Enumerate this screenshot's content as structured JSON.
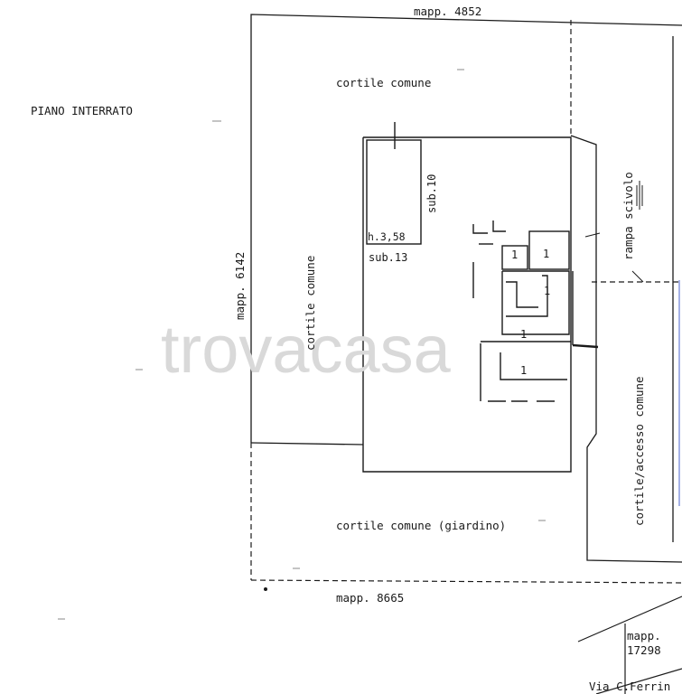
{
  "title": "PIANO INTERRATO",
  "watermark": "trovacasa",
  "parcels": {
    "north": "mapp. 4852",
    "west": "mapp. 6142",
    "south": "mapp. 8665",
    "southeast_line1": "mapp.",
    "southeast_line2": "17298"
  },
  "areas": {
    "courtyard_north": "cortile comune",
    "courtyard_west": "cortile comune",
    "garden": "cortile comune (giardino)",
    "access": "cortile/accesso comune",
    "ramp": "rampa scivolo"
  },
  "units": {
    "sub10": "sub.10",
    "sub13": "sub.13",
    "height": "h.3,58",
    "room_labels": [
      "1",
      "1",
      "1",
      "1",
      "1"
    ]
  },
  "street": "Via C.Ferrin",
  "colors": {
    "line": "#1a1a1a",
    "watermark": "#d9d9d9",
    "accent_line": "#6b7fd7"
  }
}
